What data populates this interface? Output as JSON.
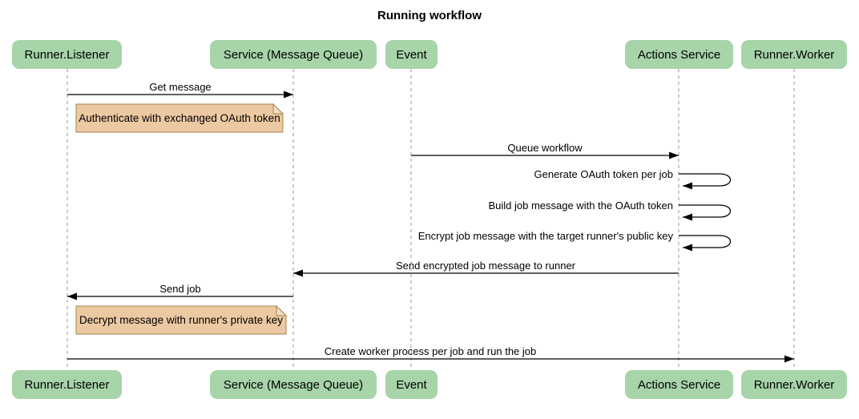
{
  "title": "Running workflow",
  "participants": [
    {
      "id": "runner-listener",
      "label": "Runner.Listener"
    },
    {
      "id": "service-message-queue",
      "label": "Service (Message Queue)"
    },
    {
      "id": "event",
      "label": "Event"
    },
    {
      "id": "actions-service",
      "label": "Actions Service"
    },
    {
      "id": "runner-worker",
      "label": "Runner.Worker"
    }
  ],
  "messages": [
    {
      "label": "Get message",
      "from": "Runner.Listener",
      "to": "Service (Message Queue)",
      "type": "solid-arrow"
    },
    {
      "label": "Queue workflow",
      "from": "Event",
      "to": "Actions Service",
      "type": "solid-arrow"
    },
    {
      "label": "Generate OAuth token per job",
      "from": "Actions Service",
      "to": "Actions Service",
      "type": "self-loop"
    },
    {
      "label": "Build job message with the OAuth token",
      "from": "Actions Service",
      "to": "Actions Service",
      "type": "self-loop"
    },
    {
      "label": "Encrypt job message with the target runner's public key",
      "from": "Actions Service",
      "to": "Actions Service",
      "type": "self-loop"
    },
    {
      "label": "Send encrypted job message to runner",
      "from": "Actions Service",
      "to": "Service (Message Queue)",
      "type": "solid-arrow"
    },
    {
      "label": "Send job",
      "from": "Service (Message Queue)",
      "to": "Runner.Listener",
      "type": "solid-arrow"
    },
    {
      "label": "Create worker process per job and run the job",
      "from": "Runner.Listener",
      "to": "Runner.Worker",
      "type": "solid-arrow"
    }
  ],
  "notes": [
    {
      "label": "Authenticate with exchanged OAuth token",
      "position": "right of Runner.Listener"
    },
    {
      "label": "Decrypt message with runner's private key",
      "position": "right of Runner.Listener"
    }
  ],
  "colors": {
    "background": "#ffffff",
    "participant_fill": "#a7d4a9",
    "note_fill": "#ecc9a2",
    "note_border": "#a9824f",
    "lifeline": "#999999",
    "arrow": "#000000",
    "text": "#000000"
  }
}
